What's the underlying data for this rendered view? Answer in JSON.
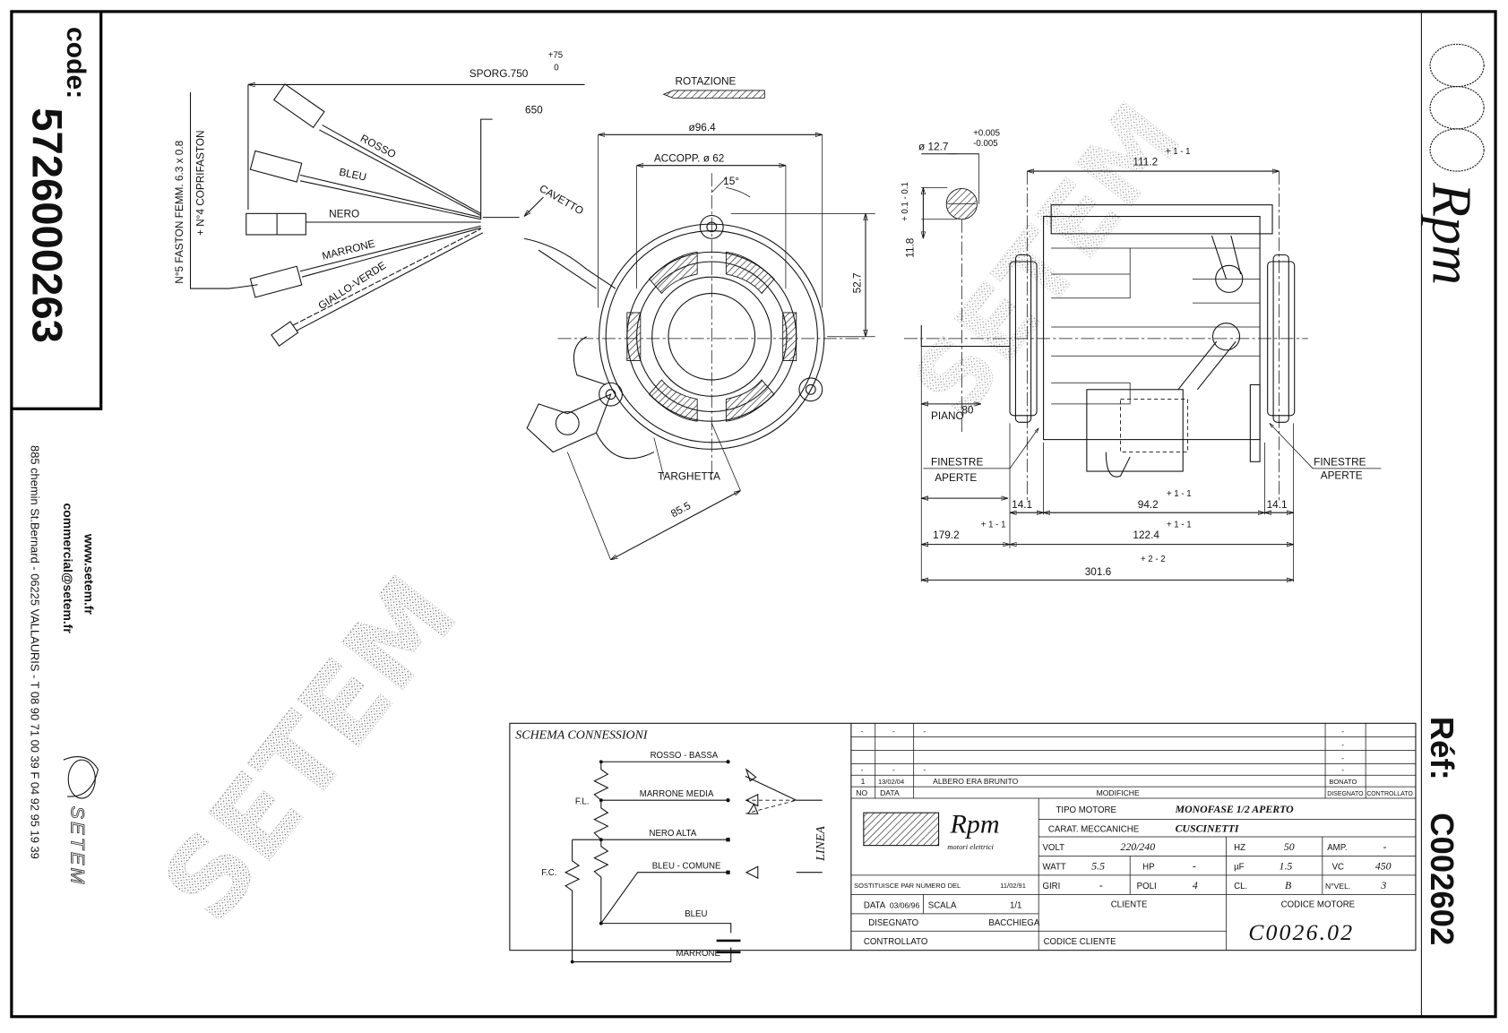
{
  "sidebar": {
    "code_label": "code:",
    "code": "5726000263",
    "website": "www.setem.fr",
    "email": "commercial@setem.fr",
    "address": "885 chemin St.Bernard  -  06225 VALLAURIS  -  T 08 90 71 00 39   F 04 92 95 19 39",
    "brand": "SETEM"
  },
  "right_strip": {
    "brand_logo": "Rpm",
    "ref_label": "Réf:",
    "ref": "C002602"
  },
  "watermark": "SETEM",
  "wiring": {
    "faston_note_1": "N°5 FASTON FEMM. 6.3 x 0.8",
    "faston_note_2": "+ N°4 COPRIFASTON",
    "wires": [
      "ROSSO",
      "BLEU",
      "NERO",
      "MARRONE",
      "GIALLO-VERDE"
    ],
    "sporg_label": "SPORG.750",
    "sporg_tol_plus": "+75",
    "sporg_tol_minus": "0",
    "length_650": "650",
    "cable_label": "CAVETTO"
  },
  "front_view": {
    "rotation_label": "ROTAZIONE",
    "outer_diameter": "ø96.4",
    "coupling": "ACCOPP. ø 62",
    "angle": "15°",
    "height": "52.7",
    "nameplate": "TARGHETTA",
    "diag": "85.5"
  },
  "side_view": {
    "shaft_diameter": "ø 12.7",
    "shaft_tol_plus": "+0.005",
    "shaft_tol_minus": "-0.005",
    "flat_dim": "11.8",
    "flat_tol": "+ 0.1 - 0.1",
    "length_111": "111.2",
    "tol_pm1": "+ 1  - 1",
    "flat_length": "80",
    "flat_label": "PIANO",
    "windows_left_1": "FINESTRE",
    "windows_left_2": "APERTE",
    "windows_right_1": "FINESTRE",
    "windows_right_2": "APERTE",
    "d_14a": "14.1",
    "d_94": "94.2",
    "d_14b": "14.1",
    "d_179": "179.2",
    "d_122": "122.4",
    "d_301": "301.6",
    "tol_pm2": "+ 2  - 2"
  },
  "schema": {
    "title": "SCHEMA CONNESSIONI",
    "rosso": "ROSSO - BASSA",
    "marrone_media": "MARRONE   MEDIA",
    "nero": "NERO   ALTA",
    "bleu_comune": "BLEU - COMUNE",
    "bleu": "BLEU",
    "marrone": "MARRONE",
    "fl": "F.L.",
    "fc": "F.C.",
    "linea": "LINEA"
  },
  "title_block": {
    "revisions": [
      {
        "no": "-",
        "date": "-",
        "desc": "-",
        "by": "-"
      },
      {
        "no": "",
        "date": "",
        "desc": "",
        "by": "-"
      },
      {
        "no": "",
        "date": "",
        "desc": "",
        "by": "-"
      },
      {
        "no": "-",
        "date": "-",
        "desc": "-",
        "by": "-"
      },
      {
        "no": "1",
        "date": "13/02/04",
        "desc": "ALBERO ERA BRUNITO",
        "by": "BONATO"
      }
    ],
    "hdr_no": "NO",
    "hdr_date": "DATA",
    "hdr_mod": "MODIFICHE",
    "hdr_drawn": "DISEGNATO",
    "hdr_checked": "CONTROLLATO",
    "logo_text": "Rpm",
    "logo_sub": "motori elettrici",
    "tipo_label": "TIPO MOTORE",
    "tipo_value": "MONOFASE 1/2 APERTO",
    "carat_label": "CARAT. MECCANICHE",
    "carat_value": "CUSCINETTI",
    "volt_label": "VOLT",
    "volt": "220/240",
    "hz_label": "HZ",
    "hz": "50",
    "amp_label": "AMP.",
    "amp": "-",
    "watt_label": "WATT",
    "watt": "5.5",
    "hp_label": "HP",
    "hp": "-",
    "uf_label": "µF",
    "uf": "1.5",
    "vc_label": "VC",
    "vc": "450",
    "giri_label": "GIRI",
    "giri": "-",
    "poli_label": "POLI",
    "poli": "4",
    "cl_label": "CL.",
    "cl": "B",
    "nvel_label": "N°VEL.",
    "nvel": "3",
    "sost_label": "SOSTITUISCE PAR NUMERO DEL",
    "sost_date": "11/02/91",
    "data_label": "DATA",
    "data": "03/06/96",
    "scala_label": "SCALA",
    "scala": "1/1",
    "disegnato_label": "DISEGNATO",
    "disegnato": "BACCHIEGA",
    "controllato_label": "CONTROLLATO",
    "cliente_label": "CLIENTE",
    "cod_cliente_label": "CODICE CLIENTE",
    "codice_motore_label": "CODICE MOTORE",
    "codice_motore": "C0026.02"
  }
}
